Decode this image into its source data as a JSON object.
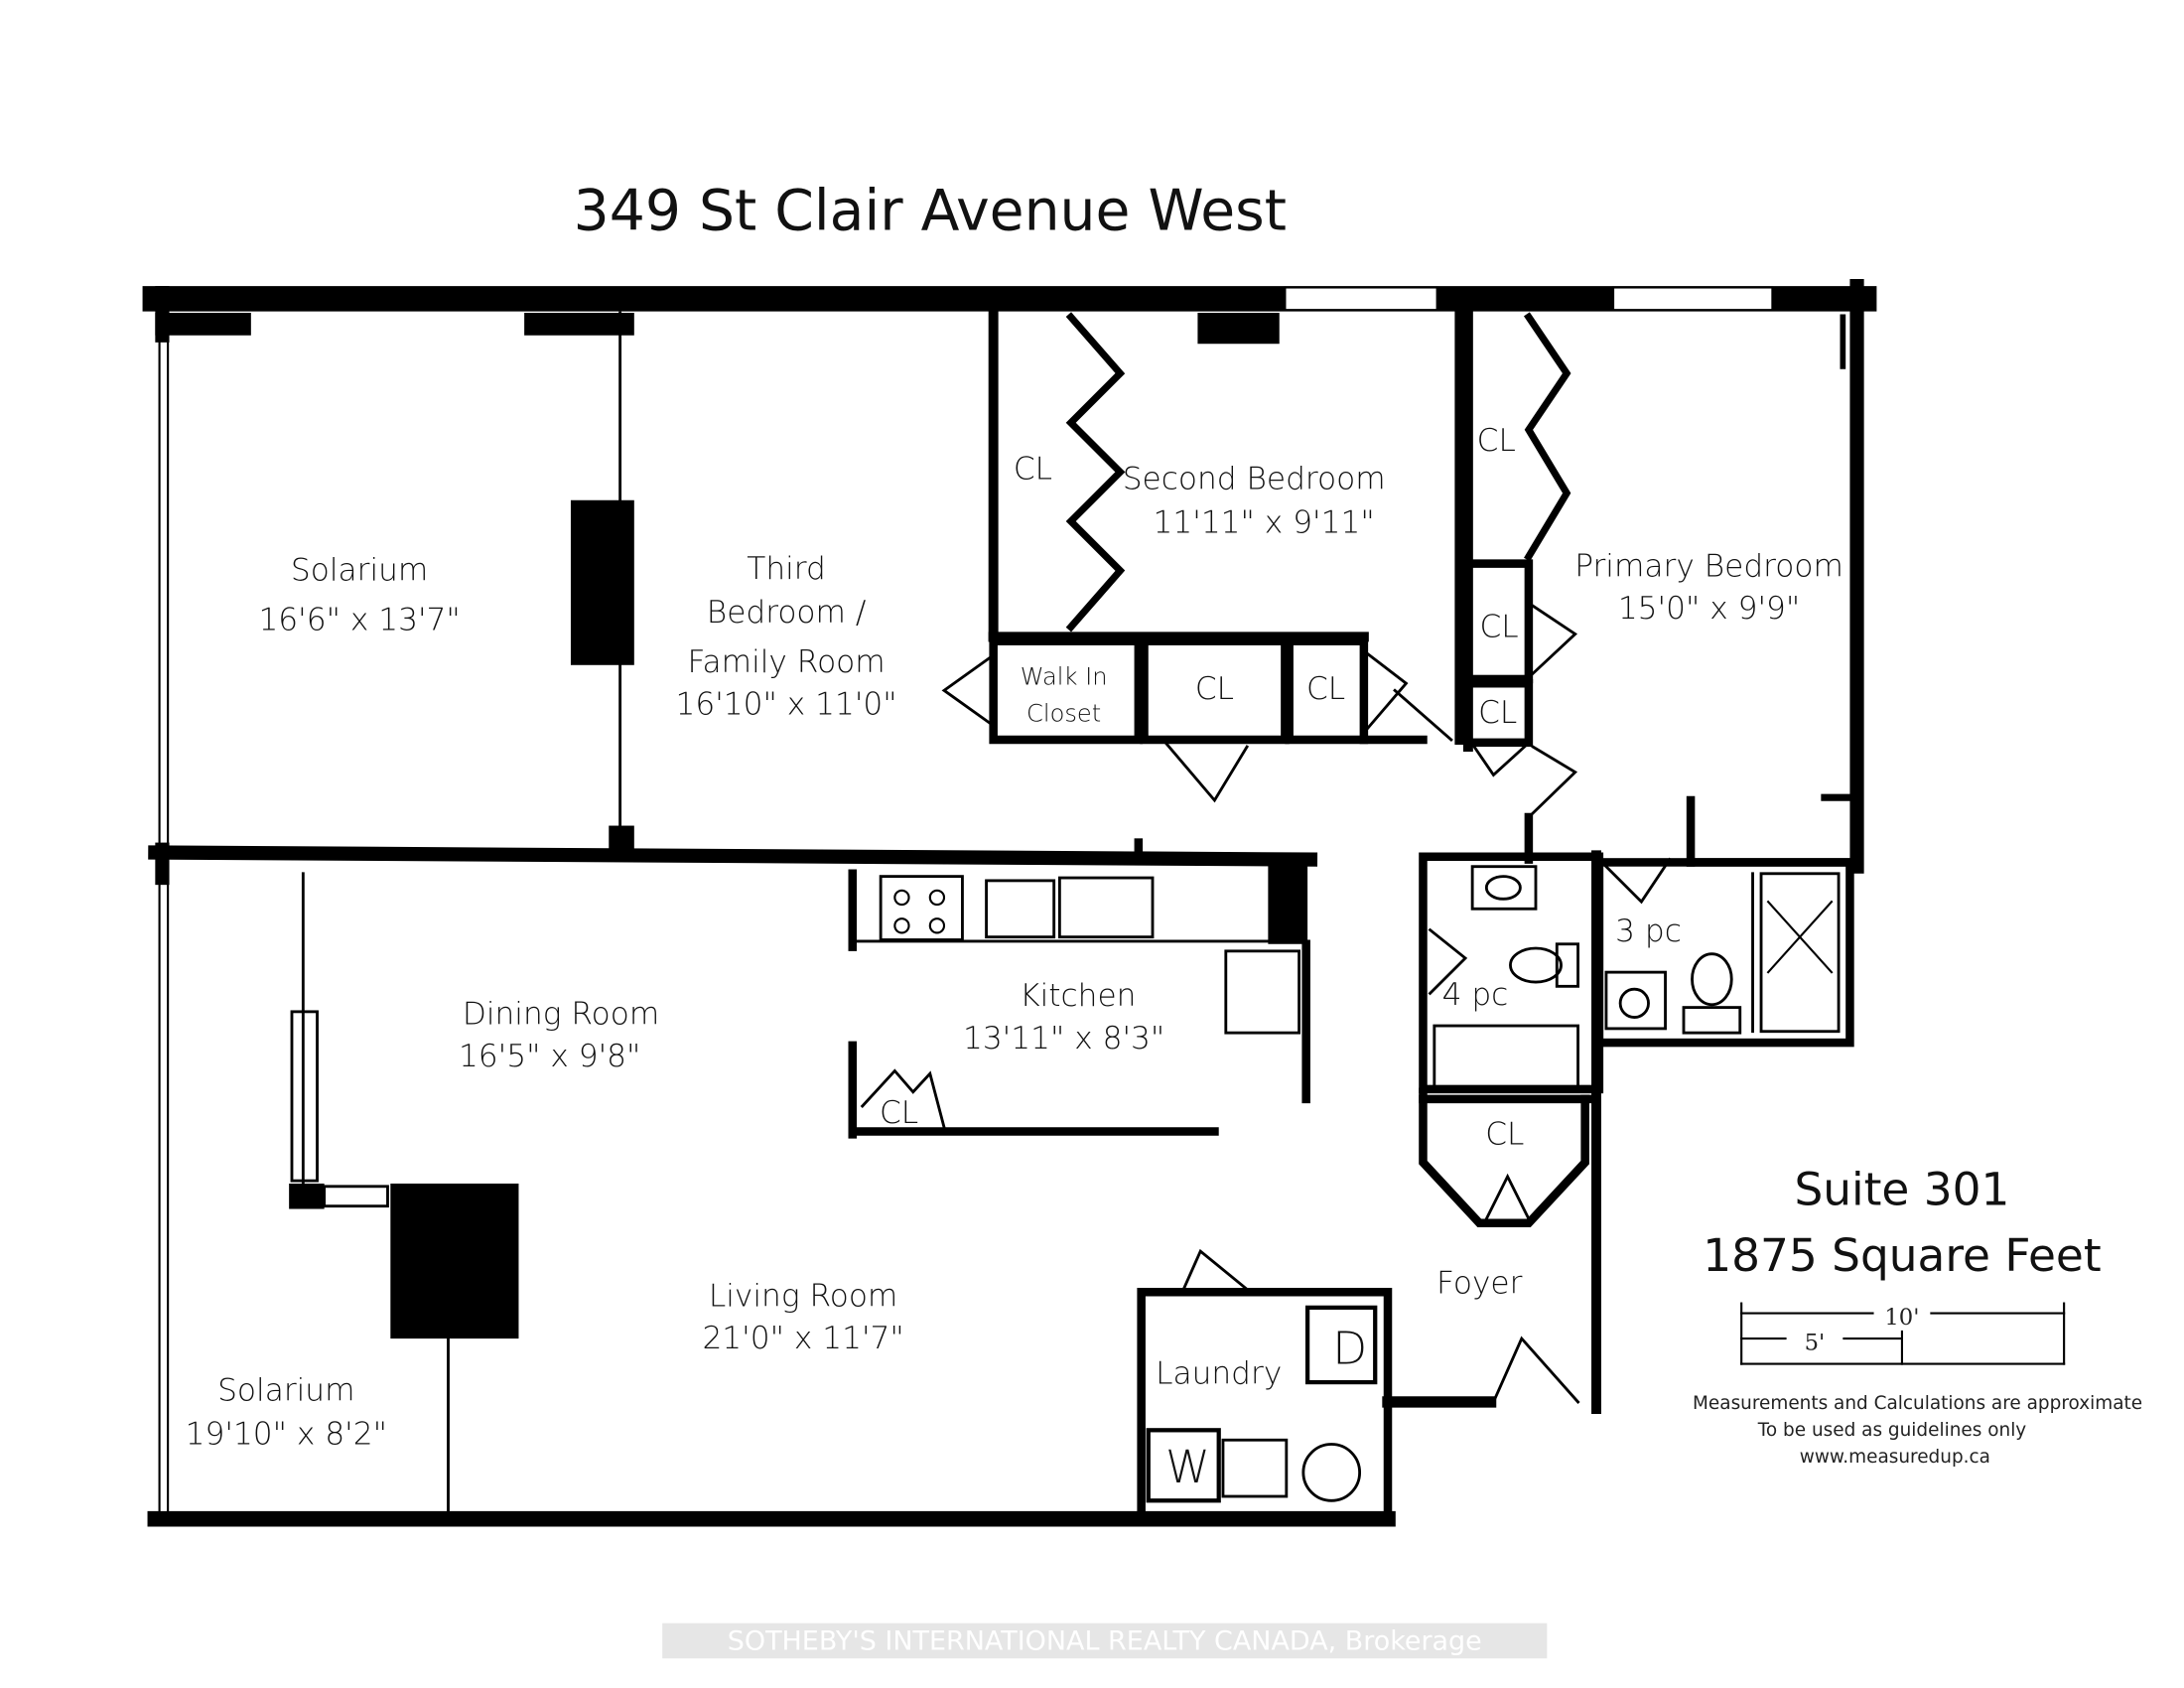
{
  "title": "349 St Clair Avenue West",
  "rooms": {
    "solarium_top": {
      "name": "Solarium",
      "size": "16'6\" x 13'7\""
    },
    "third_bedroom": {
      "name1": "Third",
      "name2": "Bedroom /",
      "name3": "Family Room",
      "size": "16'10\" x 11'0\""
    },
    "second_bedroom": {
      "name": "Second Bedroom",
      "size": "11'11\" x 9'11\""
    },
    "primary_bedroom": {
      "name": "Primary Bedroom",
      "size": "15'0\" x 9'9\""
    },
    "walk_in_closet": {
      "name1": "Walk In",
      "name2": "Closet"
    },
    "dining_room": {
      "name": "Dining Room",
      "size": "16'5\" x 9'8\""
    },
    "kitchen": {
      "name": "Kitchen",
      "size": "13'11\" x 8'3\""
    },
    "living_room": {
      "name": "Living Room",
      "size": "21'0\" x 11'7\""
    },
    "solarium_bottom": {
      "name": "Solarium",
      "size": "19'10\" x 8'2\""
    },
    "laundry": {
      "name": "Laundry",
      "dryer": "D",
      "washer": "W"
    },
    "foyer": {
      "name": "Foyer"
    },
    "bath_4pc": {
      "name": "4 pc"
    },
    "bath_3pc": {
      "name": "3 pc"
    },
    "closet_label": "CL"
  },
  "info": {
    "suite": "Suite 301",
    "area": "1875 Square Feet",
    "scale_10": "10'",
    "scale_5": "5'",
    "note1": "Measurements and Calculations are approximate",
    "note2": "To be used as guidelines only",
    "website": "www.measuredup.ca"
  },
  "watermark": "SOTHEBY'S INTERNATIONAL REALTY CANADA, Brokerage"
}
